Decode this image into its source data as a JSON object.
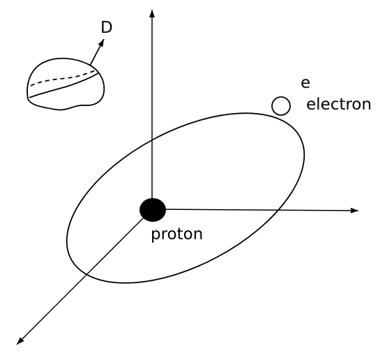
{
  "labels": {
    "domain": "D",
    "electron_symbol": "e",
    "electron": "electron",
    "proton": "proton"
  },
  "colors": {
    "stroke": "#000000",
    "background": "#ffffff",
    "proton_fill": "#000000",
    "electron_fill": "#ffffff"
  }
}
